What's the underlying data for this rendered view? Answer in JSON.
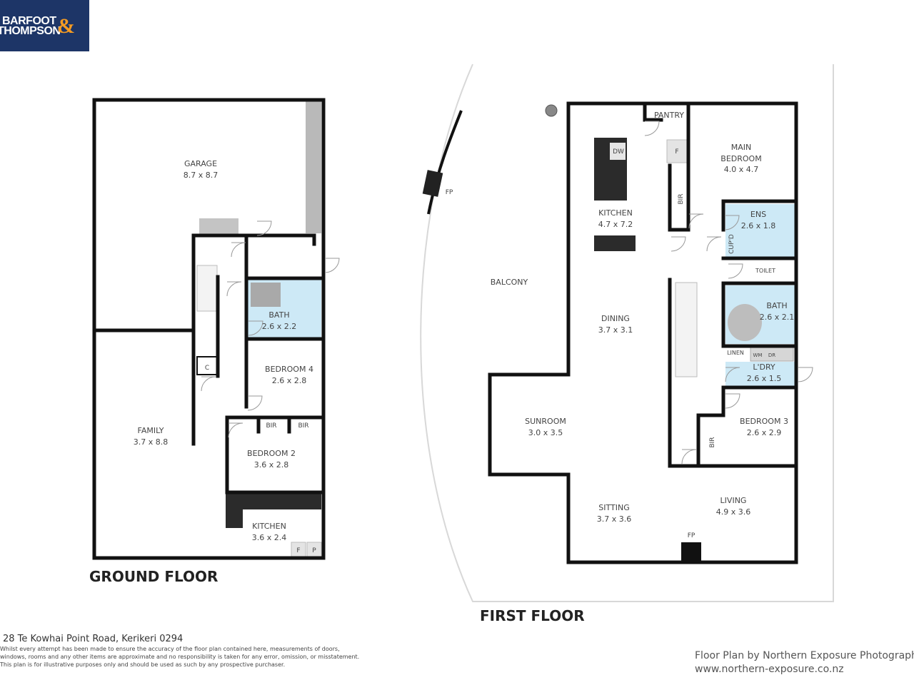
{
  "logo": {
    "line1": "BARFOOT",
    "line2": "THOMPSON",
    "ampersand": "&"
  },
  "ground_floor": {
    "title": "GROUND FLOOR",
    "rooms": [
      {
        "name": "GARAGE",
        "size": "8.7 x 8.7"
      },
      {
        "name": "BATH",
        "size": "2.6 x 2.2"
      },
      {
        "name": "BEDROOM 4",
        "size": "2.6 x 2.8"
      },
      {
        "name": "FAMILY",
        "size": "3.7 x 8.8"
      },
      {
        "name": "BEDROOM 2",
        "size": "3.6 x 2.8"
      },
      {
        "name": "KITCHEN",
        "size": "3.6 x 2.4"
      }
    ],
    "labels": {
      "c": "C",
      "bir1": "BIR",
      "bir2": "BIR",
      "f": "F",
      "p": "P"
    }
  },
  "first_floor": {
    "title": "FIRST FLOOR",
    "rooms": [
      {
        "name": "KITCHEN",
        "size": "4.7 x 7.2"
      },
      {
        "name": "MAIN",
        "name2": "BEDROOM",
        "size": "4.0 x 4.7"
      },
      {
        "name": "ENS",
        "size": "2.6 x 1.8"
      },
      {
        "name": "DINING",
        "size": "3.7 x 3.1"
      },
      {
        "name": "BATH",
        "size": "2.6 x 2.1"
      },
      {
        "name": "L'DRY",
        "size": "2.6 x 1.5"
      },
      {
        "name": "SUNROOM",
        "size": "3.0 x 3.5"
      },
      {
        "name": "BEDROOM 3",
        "size": "2.6 x 2.9"
      },
      {
        "name": "SITTING",
        "size": "3.7 x 3.6"
      },
      {
        "name": "LIVING",
        "size": "4.9 x 3.6"
      }
    ],
    "labels": {
      "balcony": "BALCONY",
      "pantry": "PANTRY",
      "dw": "DW",
      "f": "F",
      "bir1": "BIR",
      "cupd": "CUP'D",
      "toilet": "TOILET",
      "linen": "LINEN",
      "wm": "WM",
      "dr": "DR",
      "bir2": "BIR",
      "fp_balcony": "FP",
      "fp_living": "FP"
    }
  },
  "footer": {
    "address": "28 Te Kowhai Point Road, Kerikeri 0294",
    "disclaimer": [
      "Whilst every attempt has been made to ensure the accuracy of the floor plan contained here, measurements of doors,",
      "windows, rooms and any other items are approximate and no responsibility is taken for any error, omission, or misstatement.",
      "This plan is for illustrative purposes only and should be used as such by any prospective purchaser."
    ],
    "credit": "Floor Plan by Northern Exposure Photography",
    "website": "www.northern-exposure.co.nz"
  },
  "colors": {
    "wall": "#111111",
    "wet_area": "#cde9f6",
    "logo_bg": "#1d3567",
    "logo_accent": "#f59b22",
    "counter": "#2b2b2b"
  }
}
